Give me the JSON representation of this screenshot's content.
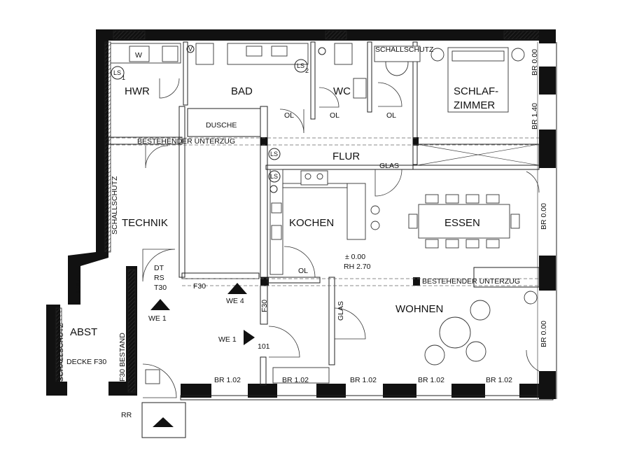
{
  "rooms": {
    "hwr": "HWR",
    "bad": "BAD",
    "wc": "WC",
    "schlaf1": "SCHLAF-",
    "schlaf2": "ZIMMER",
    "flur": "FLUR",
    "technik": "TECHNIK",
    "kochen": "KOCHEN",
    "essen": "ESSEN",
    "wohnen": "WOHNEN",
    "abst": "ABST"
  },
  "labels": {
    "w": "W",
    "schallschutz_top": "SCHALLSCHUTZ",
    "schallschutz_left": "SCHALLSCHUTZ",
    "schallschutz_abst": "SCHALLSCHUTZ",
    "dusche": "DUSCHE",
    "unterzug_top": "BESTEHENDER UNTERZUG",
    "unterzug_right": "BESTEHENDER UNTERZUG",
    "glas_flur": "GLAS",
    "glas_wohnen": "GLAS",
    "ol_bad": "OL",
    "ol_wc": "OL",
    "ol_schlaf": "OL",
    "ol_kochen": "OL",
    "dt": "DT",
    "rs": "RS",
    "t30": "T30",
    "f30_door": "F30",
    "f30_kochen": "F30",
    "f30_abst": "F30",
    "we1_left": "WE 1",
    "we1_mid": "WE 1",
    "we4": "WE 4",
    "door_101": "101",
    "level": "± 0.00",
    "rh": "RH 2.70",
    "decke": "DECKE F30",
    "f30_bestand": "F30 BESTAND",
    "rr": "RR",
    "ls1": "LS",
    "ls1_sub": "1",
    "ls2": "LS",
    "ls2_sub": "2",
    "ls3": "LS",
    "ls4": "LS",
    "v": "V",
    "br_bottom": [
      "BR 1.02",
      "BR 1.02",
      "BR 1.02",
      "BR 1.02",
      "BR 1.02"
    ],
    "br_right": [
      "BR 0.00",
      "BR 1.40",
      "BR 0.00",
      "BR 0.00"
    ]
  }
}
